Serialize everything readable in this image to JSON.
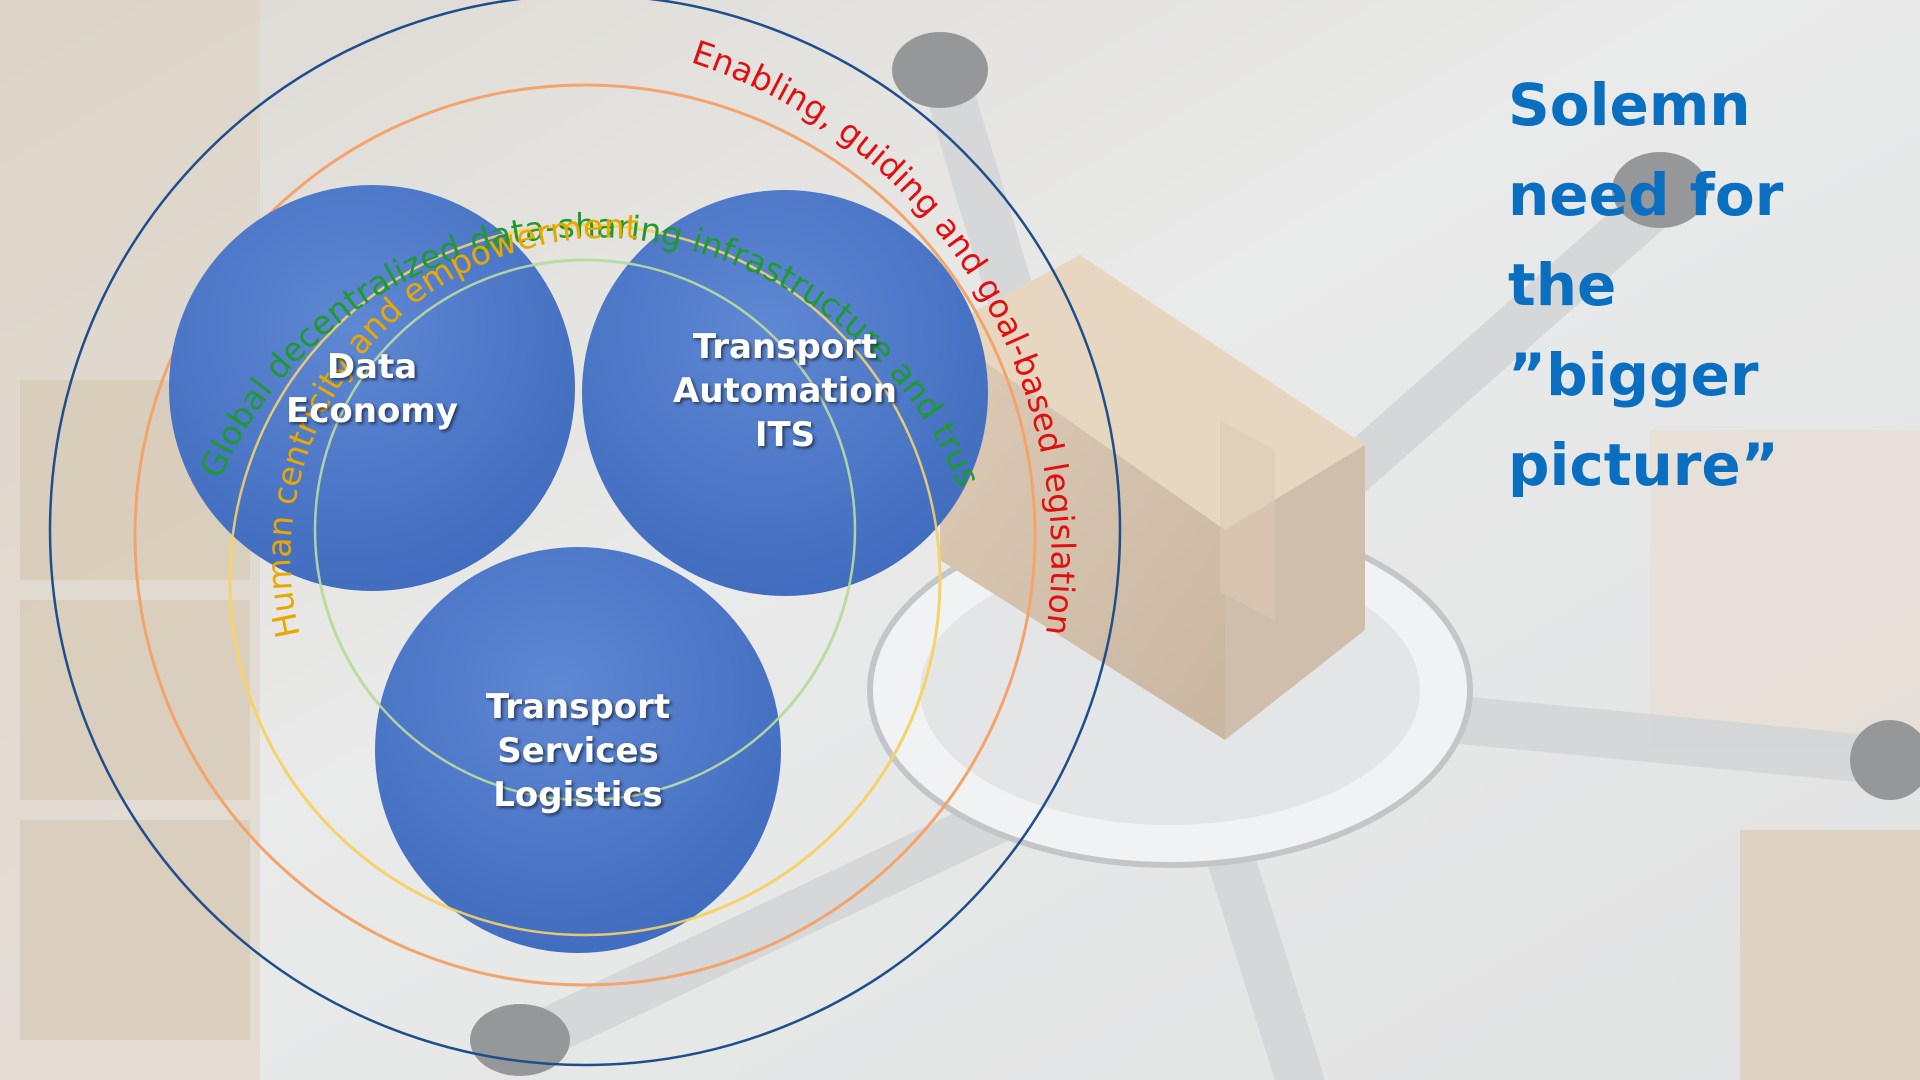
{
  "title_lines": [
    "Solemn",
    "need for",
    "the",
    "”bigger",
    "picture”"
  ],
  "rings": [
    {
      "id": "legislation",
      "text": "Enabling, guiding and goal-based legislation",
      "color": "#e01010"
    },
    {
      "id": "infrastructure",
      "text": "Global decentralized data-sharing infrastructure and trust",
      "color": "#1e9a2e"
    },
    {
      "id": "human",
      "text": "Human centricity and empowerment",
      "color": "#e8a800"
    }
  ],
  "bubbles": [
    {
      "id": "data-economy",
      "lines": [
        "Data",
        "Economy"
      ]
    },
    {
      "id": "transport-automation",
      "lines": [
        "Transport",
        "Automation",
        "ITS"
      ]
    },
    {
      "id": "transport-services",
      "lines": [
        "Transport",
        "Services",
        "Logistics"
      ]
    }
  ],
  "colors": {
    "bubble_fill": "#4472c4",
    "title_color": "#0a6fc0",
    "outer_ring": "#1f4e8c",
    "legislation_ring": "#f4a46a",
    "human_ring": "#f5d36a",
    "inner_ring": "#b9dda0"
  }
}
